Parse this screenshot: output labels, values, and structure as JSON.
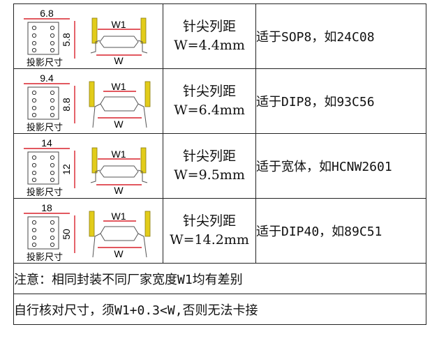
{
  "rows": [
    {
      "footprint_width": "6.8",
      "footprint_height": "5.8",
      "footprint_label": "投影尺寸",
      "w1_label": "W1",
      "w_label": "W",
      "pitch_title": "针尖列距",
      "pitch_value": "W=4.4mm",
      "usage": "适于SOP8，如24C08"
    },
    {
      "footprint_width": "9.4",
      "footprint_height": "8.8",
      "footprint_label": "投影尺寸",
      "w1_label": "W1",
      "w_label": "W",
      "pitch_title": "针尖列距",
      "pitch_value": "W=6.4mm",
      "usage": "适于DIP8，如93C56"
    },
    {
      "footprint_width": "14",
      "footprint_height": "12",
      "footprint_label": "投影尺寸",
      "w1_label": "W1",
      "w_label": "W",
      "pitch_title": "针尖列距",
      "pitch_value": "W=9.5mm",
      "usage": "适于宽体，如HCNW2601"
    },
    {
      "footprint_width": "18",
      "footprint_height": "50",
      "footprint_label": "投影尺寸",
      "w1_label": "W1",
      "w_label": "W",
      "pitch_title": "针尖列距",
      "pitch_value": "W=14.2mm",
      "usage": "适于DIP40，如89C51"
    }
  ],
  "notes": [
    "注意：相同封装不同厂家宽度W1均有差别",
    "自行核对尺寸，须W1+0.3<W,否则无法卡接"
  ],
  "colors": {
    "dimension_red": "#d8202a",
    "probe_yellow": "#e2cc1a",
    "chip_grey": "#666666",
    "border": "#222222"
  }
}
